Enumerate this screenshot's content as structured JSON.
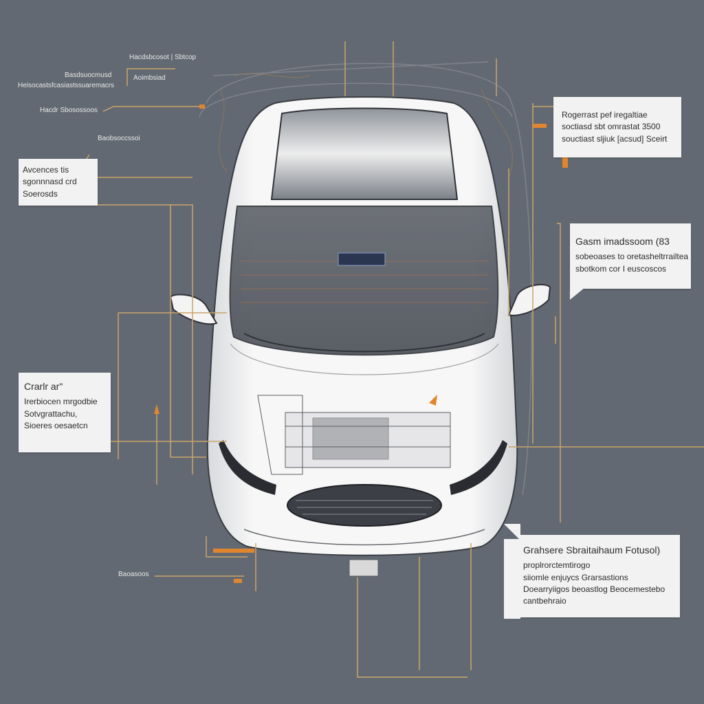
{
  "labels": {
    "top_1": "Hacdsbcosot | Sbtcop",
    "top_2": "Basdsuocmusd",
    "top_3": "Heisocastsfcasiastssuaremacrs",
    "top_4": "Aoimbsiad",
    "top_5": "Hacdr Sbosossoos",
    "top_6": "Baobsoccssoi",
    "bottom_left": "Baoasoos"
  },
  "callouts": {
    "top_right": {
      "lines": [
        "Rogerrast pef iregaltiae",
        "soctiasd sbt omrastat 3500",
        "souctiast sljiuk [acsud] Sceirt"
      ]
    },
    "left_upper": {
      "lines": [
        "Avcences tis",
        "sgonnnasd crd",
        "Soerosds"
      ]
    },
    "right_middle": {
      "title": "Gasm imadssoom (83",
      "lines": [
        "sobeoases to oretasheltrrailtea",
        "sbotkom cor I euscoscos"
      ]
    },
    "left_lower": {
      "title": "Crarlr ar\"",
      "lines": [
        "Irerbiocen mrgodbie",
        "Sotvgrattachu,",
        "Sioeres oesaetcn"
      ]
    },
    "bottom_right": {
      "title": "Grahsere Sbraitaihaum   Fotusol)",
      "lines": [
        "proplrorctemtirogo",
        "siiomle enjuycs Grarsastions",
        "Doearryiigos beoastlog Beocemestebo",
        "cantbehraio"
      ]
    }
  },
  "colors": {
    "background": "#636972",
    "leader_line": "#c9a56a",
    "accent_orange": "#e0862f",
    "car_body": "#f4f4f4",
    "callout_bg": "#f2f2f2"
  }
}
